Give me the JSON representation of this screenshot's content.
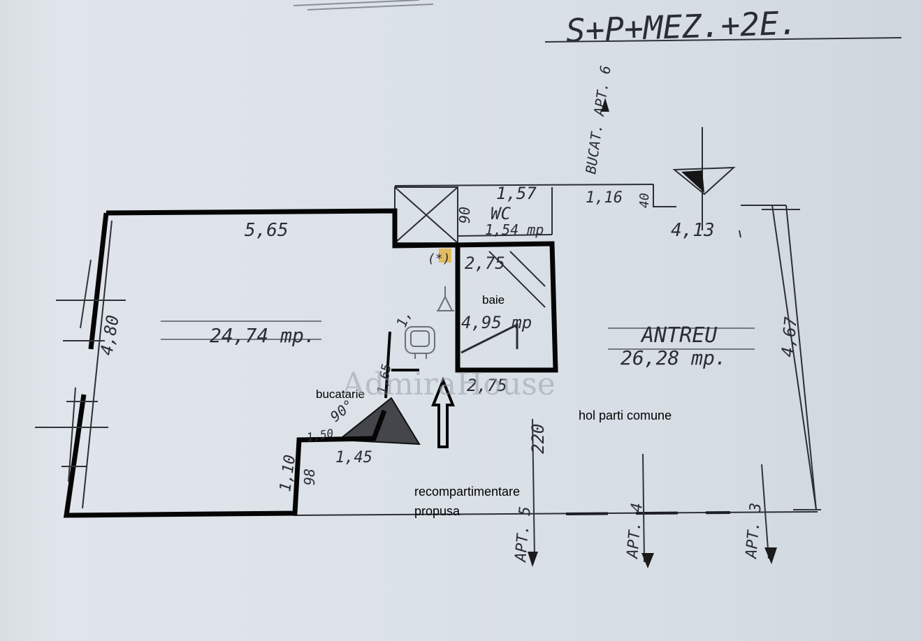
{
  "header": {
    "building_code": "S+P+MEZ.+2E."
  },
  "rooms": {
    "main_area": "24,74 mp.",
    "antreu_name": "ANTREU",
    "antreu_area": "26,28 mp.",
    "wc_name": "WC",
    "wc_area": "1,54 mp",
    "bath_area": "4,95 mp"
  },
  "dimensions": {
    "top_left": "5,65",
    "left_height": "4,80",
    "wc_width": "1,57",
    "wc_depth": "90",
    "right_top": "1,16",
    "right_step": "40",
    "right_width": "4,13",
    "right_height": "4,67",
    "bath_width": "2,75",
    "bath_width_bottom": "2,75",
    "stair_width": "1,45",
    "step_height": "1,10",
    "step_depth": "98",
    "corridor": "220",
    "angle": "90°",
    "small_a": "1,65",
    "small_b": "1,50",
    "small_c": "1,"
  },
  "neighbors": {
    "top": "BUCAT. APT. 6",
    "bottom_left": "APT. 5",
    "bottom_mid": "APT. 4",
    "bottom_right": "APT. 3"
  },
  "annotations": {
    "baie": "baie",
    "bucatarie": "bucatarie",
    "hol": "hol parti comune",
    "recompartimentare_1": "recompartimentare",
    "recompartimentare_2": "propusa"
  },
  "watermark": "AdmiraHouse"
}
